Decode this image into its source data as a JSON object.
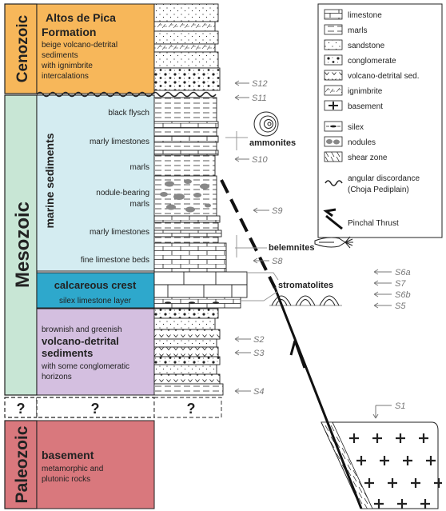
{
  "eras": {
    "cenozoic": "Cenozoic",
    "mesozoic": "Mesozoic",
    "paleozoic": "Paleozoic",
    "unknown": "?"
  },
  "formations": {
    "altos_title_1": "Altos de Pica",
    "altos_title_2": "Formation",
    "altos_desc_1": "beige volcano-detrital",
    "altos_desc_2": "sediments",
    "altos_desc_3": "with ignimbrite",
    "altos_desc_4": "intercalations",
    "marine_sediments": "marine sediments",
    "calc_crest": "calcareous crest",
    "calc_sub": "silex limestone layer",
    "volc_pre_1": "brownish and greenish",
    "volc_title_1": "volcano-detrital",
    "volc_title_2": "sediments",
    "volc_desc_1": "with some conglomeratic",
    "volc_desc_2": "horizons",
    "unknown_q": "?",
    "basement_title": "basement",
    "basement_desc_1": "metamorphic and",
    "basement_desc_2": "plutonic rocks"
  },
  "marine_units": [
    "black flysch",
    "marly limestones",
    "marls",
    "nodule-bearing",
    "marls",
    "marly limestones",
    "fine limestone beds"
  ],
  "column_unknown": "?",
  "legend": [
    "limestone",
    "marls",
    "sandstone",
    "conglomerate",
    "volcano-detrital sed.",
    "ignimbrite",
    "basement",
    "silex",
    "nodules",
    "shear zone",
    "angular discordance",
    "(Choja Pediplain)",
    "Pinchal Thrust"
  ],
  "fossils": {
    "ammonites": "ammonites",
    "belemnites": "belemnites",
    "stromatolites": "stromatolites"
  },
  "samples": [
    "S12",
    "S11",
    "S10",
    "S9",
    "S8",
    "S6a",
    "S7",
    "S6b",
    "S5",
    "S2",
    "S3",
    "S4",
    "S1"
  ],
  "colors": {
    "cenozoic": "#f7b75a",
    "mesozoic": "#c8e6d5",
    "paleozoic": "#d9787d",
    "marine": "#d4ecf1",
    "calcareous": "#2ea8cc",
    "volcanic": "#d4bfe0",
    "basement": "#d9787d"
  }
}
